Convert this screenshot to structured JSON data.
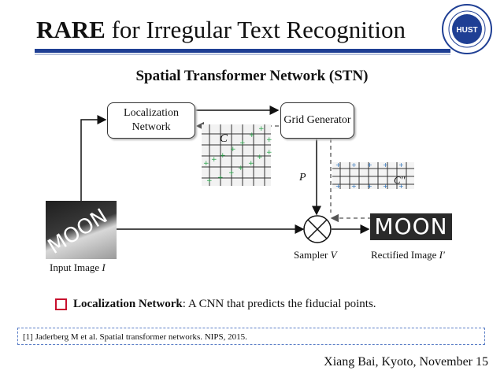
{
  "header": {
    "title_bold": "RARE",
    "title_rest": " for Irregular Text Recognition",
    "logo_text": "HUST"
  },
  "diagram": {
    "heading": "Spatial Transformer Network (STN)",
    "localization_network": "Localization Network",
    "grid_generator": "Grid Generator",
    "p_label": "P",
    "c_label": "C",
    "c2_label": "C''",
    "input_word": "MOON",
    "input_caption_text": "Input Image ",
    "input_caption_var": "I",
    "sampler_caption_text": "Sampler ",
    "sampler_caption_var": "V",
    "rectified_word": "MOON",
    "rectified_caption_text": "Rectified Image ",
    "rectified_caption_var": "I'"
  },
  "bullet": {
    "term": "Localization Network",
    "text": ": A CNN that predicts the fiducial points."
  },
  "reference": "[1] Jaderberg M et al. Spatial transformer networks. NIPS, 2015.",
  "footer": "Xiang Bai, Kyoto, November 15",
  "colors": {
    "title_rule": "#1f3f94",
    "bullet_marker": "#c8102e",
    "fiducial_points": "#2aa44a",
    "reference_border": "#5b7fc7"
  }
}
